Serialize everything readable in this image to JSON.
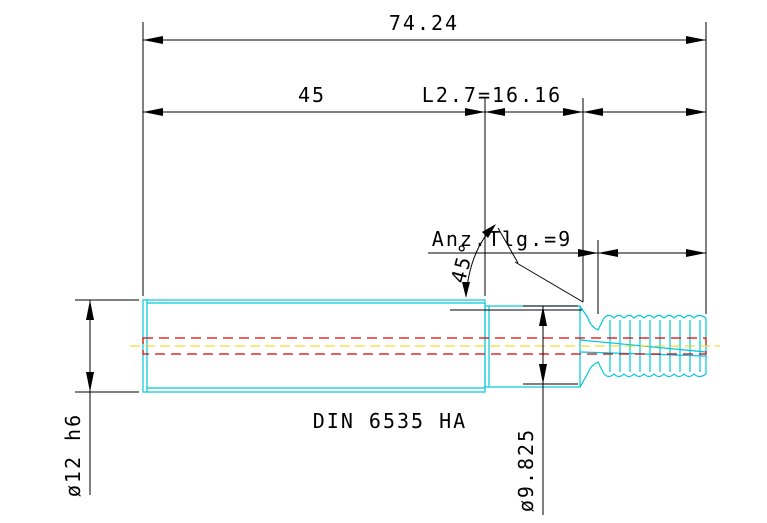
{
  "drawing": {
    "overall_length": "74.24",
    "shank_length": "45",
    "thread_length": "L2.7=16.16",
    "thread_count": "Anz.Tlg.=9",
    "chamfer_angle": "45°",
    "standard": "DIN 6535 HA",
    "shank_diameter": "ø12 h6",
    "neck_diameter": "ø9.825"
  },
  "colors": {
    "outline": "#00c8dc",
    "center_line": "#f2d000",
    "bore": "#e00000",
    "dimensions": "#000000"
  }
}
